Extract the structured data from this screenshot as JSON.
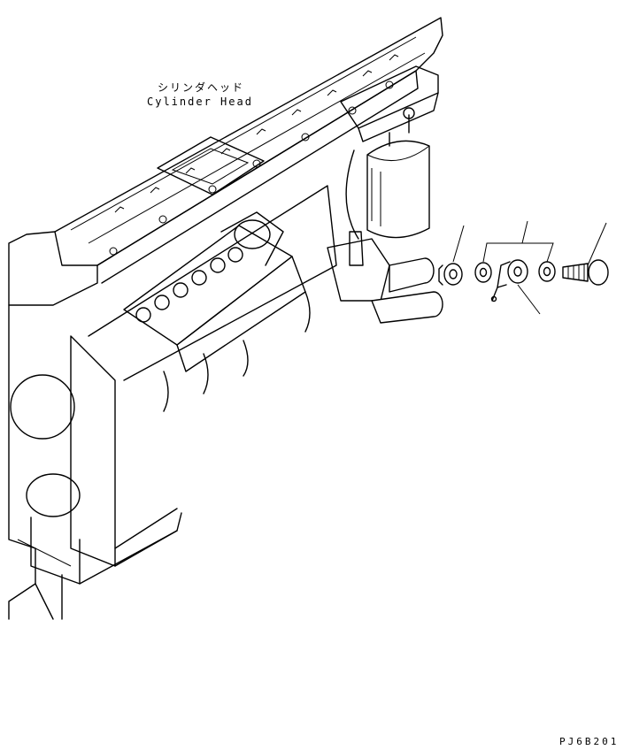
{
  "labels": {
    "head_jp": "シリンダヘッド",
    "head_en": "Cylinder Head",
    "drawing_code": "PJ6B201"
  },
  "colors": {
    "ink": "#000000",
    "paper": "#ffffff"
  }
}
